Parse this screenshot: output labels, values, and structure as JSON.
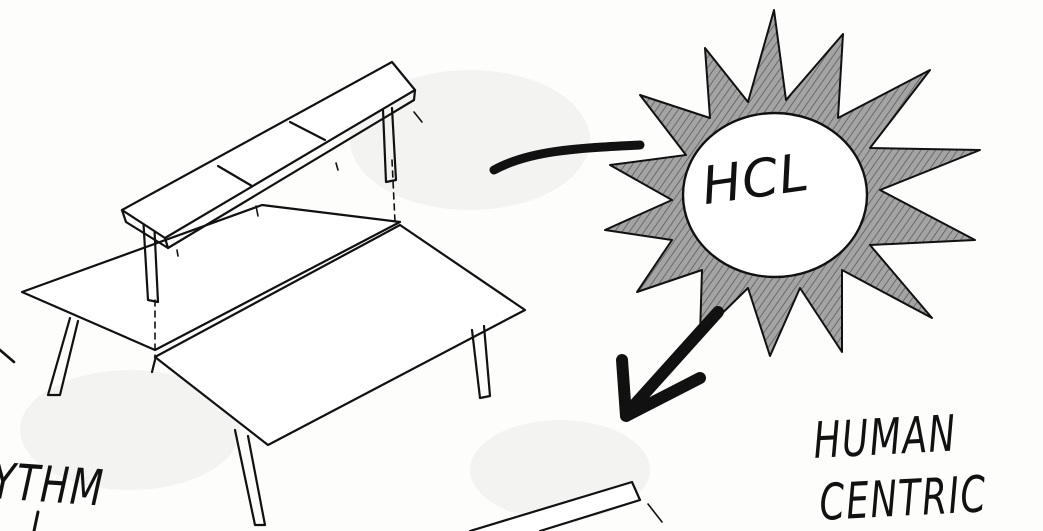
{
  "sketch": {
    "sun_label": "HCL",
    "left_word_fragment": "YTHM",
    "human_label": "HUMAN",
    "centric_label": "CENTRIC"
  },
  "colors": {
    "ink": "#111111",
    "sun_fill": "#8c8c8c",
    "paper": "#fdfdfc"
  },
  "icons": [
    "sun-icon",
    "arrow-icon",
    "desk-icon"
  ]
}
